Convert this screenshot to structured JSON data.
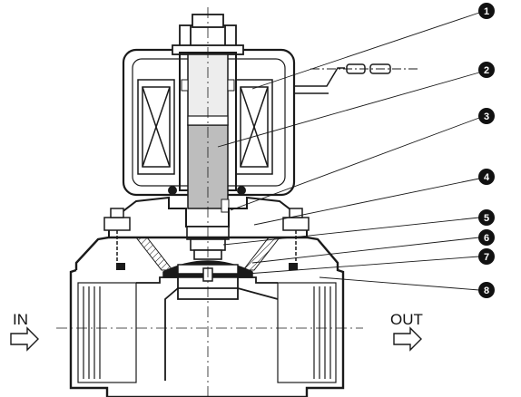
{
  "callouts": [
    "1",
    "2",
    "3",
    "4",
    "5",
    "6",
    "7",
    "8"
  ],
  "flow": {
    "in_label": "IN",
    "out_label": "OUT"
  },
  "colors": {
    "stroke": "#1a1a1a",
    "plunger": "#bdbdbd",
    "core_cap": "#ededed",
    "background": "#ffffff"
  },
  "icons": {
    "in_arrow": "outline-right-arrow",
    "out_arrow": "outline-right-arrow",
    "coil": "cross-box-coil"
  }
}
